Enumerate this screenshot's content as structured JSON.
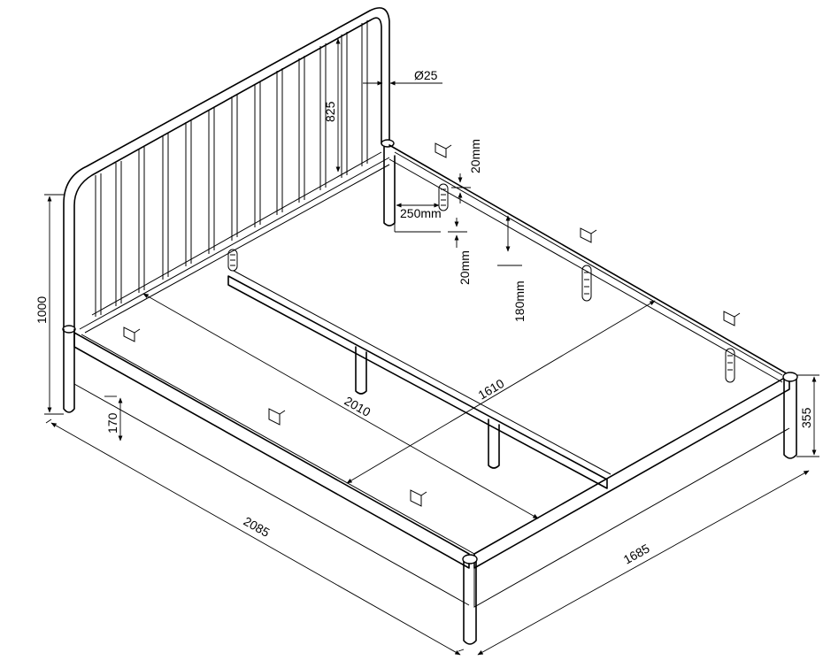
{
  "diagram": {
    "colors": {
      "line": "#000000",
      "background": "#ffffff"
    },
    "dimensions": {
      "tube_diameter": "Ø25",
      "headboard_height_above_frame": "825",
      "total_height": "1000",
      "side_rail_height": "170",
      "leg_height": "355",
      "total_length": "2085",
      "total_width": "1685",
      "inner_length": "2010",
      "inner_width": "1610",
      "slat_support_height": "180mm",
      "bracket_spacing_top": "20mm",
      "bracket_spacing_bottom": "20mm",
      "bracket_offset": "250mm"
    }
  }
}
